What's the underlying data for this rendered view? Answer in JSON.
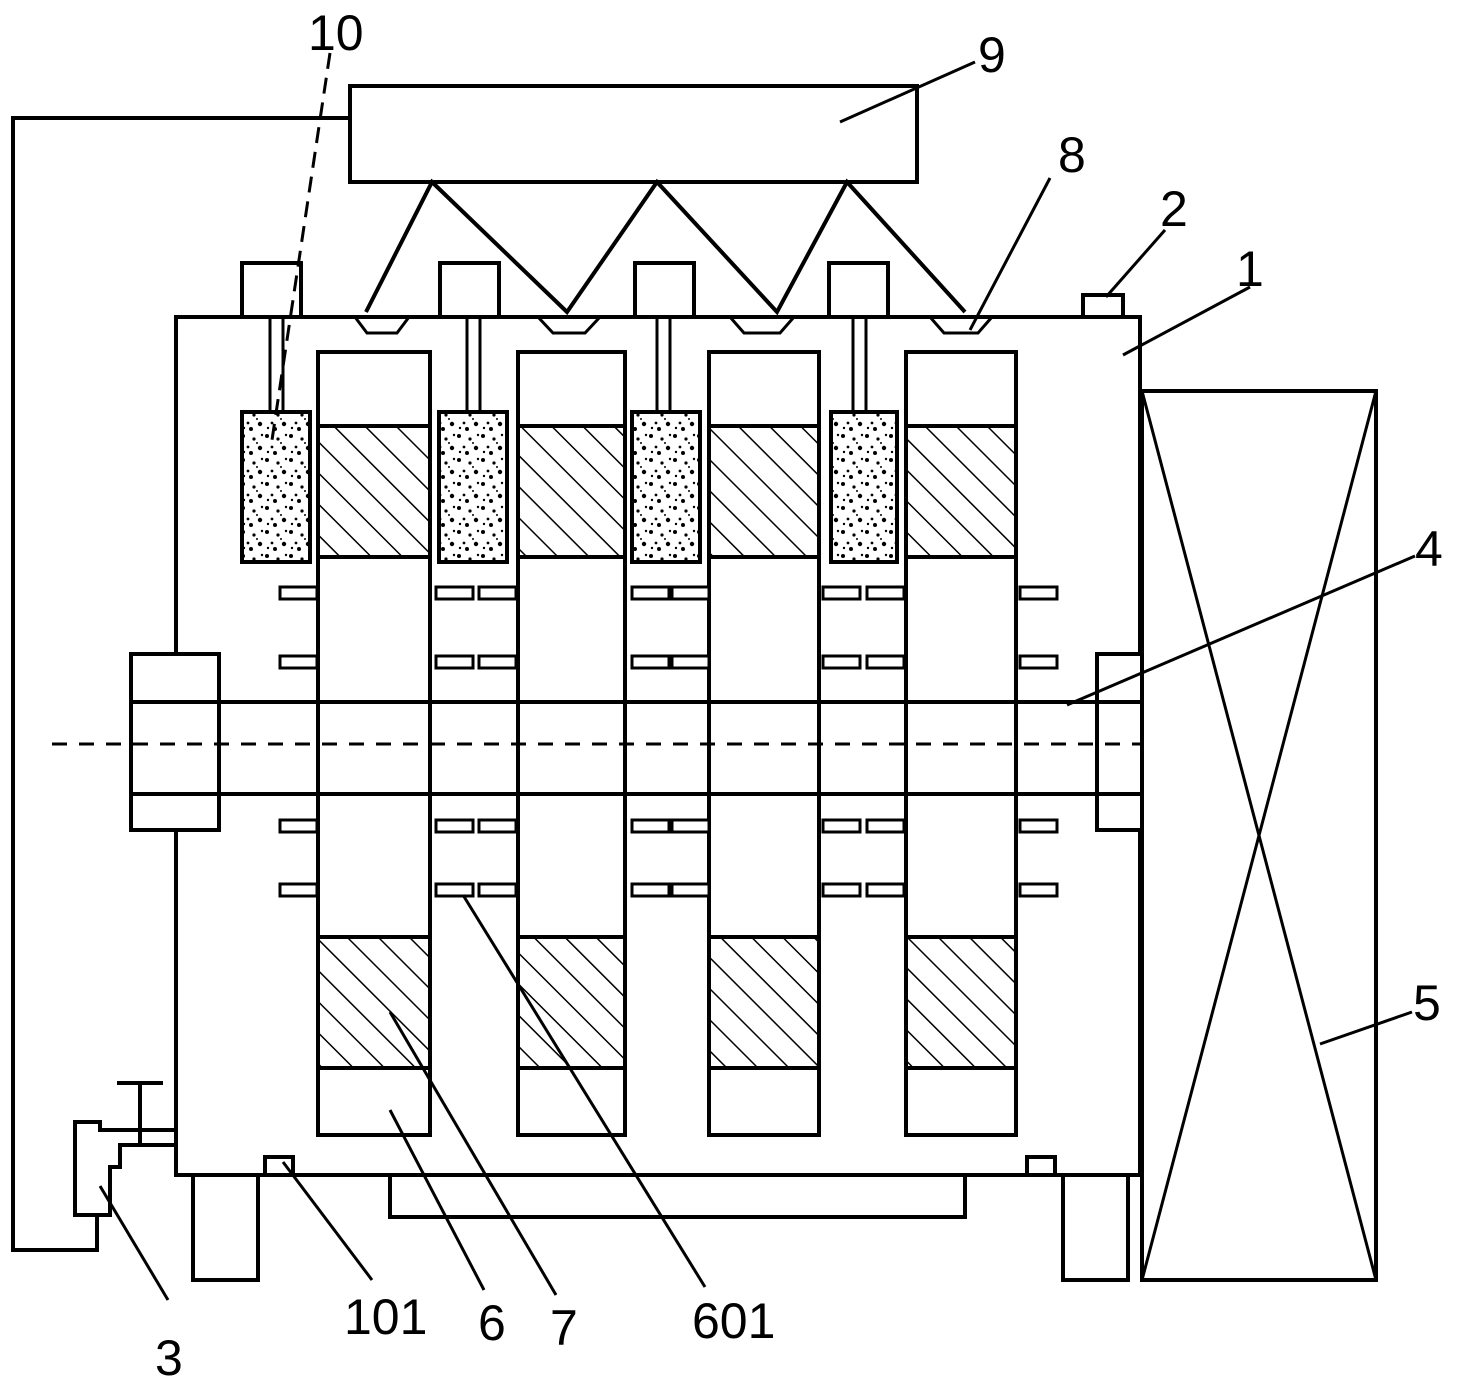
{
  "labels": {
    "l1": "1",
    "l2": "2",
    "l3": "3",
    "l4": "4",
    "l5": "5",
    "l6": "6",
    "l7": "7",
    "l8": "8",
    "l9": "9",
    "l10": "10",
    "l101": "101",
    "l601": "601"
  }
}
